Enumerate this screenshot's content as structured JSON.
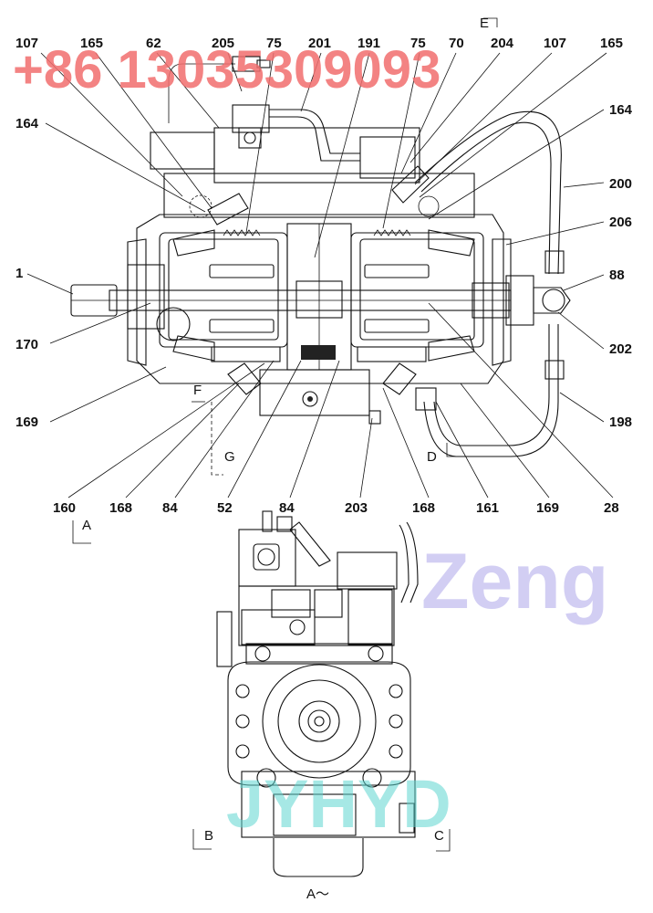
{
  "callouts_top": [
    {
      "id": "c107a",
      "text": "107"
    },
    {
      "id": "c165a",
      "text": "165"
    },
    {
      "id": "c62",
      "text": "62"
    },
    {
      "id": "c205",
      "text": "205"
    },
    {
      "id": "c75a",
      "text": "75"
    },
    {
      "id": "c201",
      "text": "201"
    },
    {
      "id": "c191",
      "text": "191"
    },
    {
      "id": "c75b",
      "text": "75"
    },
    {
      "id": "c70",
      "text": "70"
    },
    {
      "id": "c204",
      "text": "204"
    },
    {
      "id": "c107b",
      "text": "107"
    },
    {
      "id": "c165b",
      "text": "165"
    }
  ],
  "callouts_left": [
    {
      "id": "c164a",
      "text": "164"
    },
    {
      "id": "c1",
      "text": "1"
    },
    {
      "id": "c170",
      "text": "170"
    },
    {
      "id": "c169a",
      "text": "169"
    }
  ],
  "callouts_right": [
    {
      "id": "c164b",
      "text": "164"
    },
    {
      "id": "c200",
      "text": "200"
    },
    {
      "id": "c206",
      "text": "206"
    },
    {
      "id": "c88",
      "text": "88"
    },
    {
      "id": "c202",
      "text": "202"
    },
    {
      "id": "c198",
      "text": "198"
    }
  ],
  "callouts_bottom": [
    {
      "id": "c160",
      "text": "160"
    },
    {
      "id": "c168a",
      "text": "168"
    },
    {
      "id": "c84a",
      "text": "84"
    },
    {
      "id": "c52",
      "text": "52"
    },
    {
      "id": "c84b",
      "text": "84"
    },
    {
      "id": "c203",
      "text": "203"
    },
    {
      "id": "c168b",
      "text": "168"
    },
    {
      "id": "c161",
      "text": "161"
    },
    {
      "id": "c169b",
      "text": "169"
    },
    {
      "id": "c28",
      "text": "28"
    }
  ],
  "section_marks": {
    "E": "E",
    "F": "F",
    "G": "G",
    "D": "D",
    "A_top": "A",
    "B": "B",
    "C": "C",
    "view_caption": "A～"
  },
  "watermarks": {
    "phone": "+86 13035309093",
    "zeng": "Zeng",
    "jyhyd": "JYHYD"
  },
  "colors": {
    "line": "#111111",
    "phone_watermark": "#f26e6e",
    "zeng_watermark": "#9c93e6",
    "jyhyd_watermark": "#5fd6d0"
  }
}
